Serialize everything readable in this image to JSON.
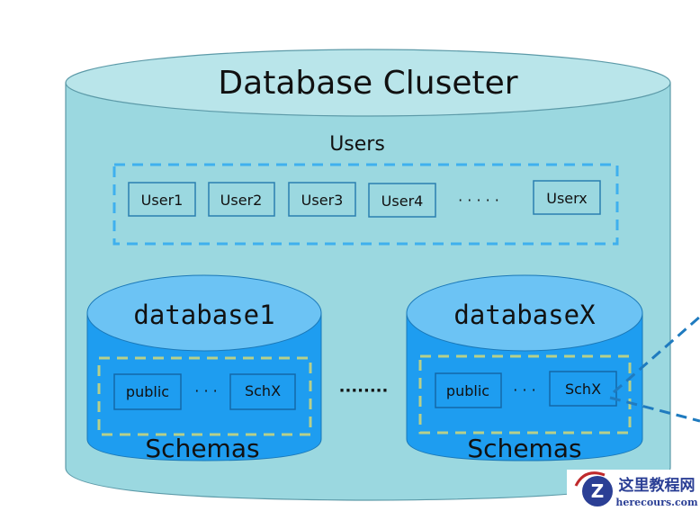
{
  "cluster": {
    "title": "Database Cluseter"
  },
  "users": {
    "label": "Users",
    "items": [
      "User1",
      "User2",
      "User3",
      "User4",
      "Userx"
    ],
    "ellipsis": "· · · · ·"
  },
  "databases": [
    {
      "name": "database1",
      "schemas_label": "Schemas",
      "schemas": [
        "public",
        "SchX"
      ],
      "ellipsis": "· · ·"
    },
    {
      "name": "databaseX",
      "schemas_label": "Schemas",
      "schemas": [
        "public",
        "SchX"
      ],
      "ellipsis": "· · ·"
    }
  ],
  "between_dbs": "········",
  "watermark": {
    "cn": "这里教程网",
    "en": "herecours.com"
  },
  "colors": {
    "cluster_body": "#9bd8e0",
    "cluster_top": "#b9e5ea",
    "db_body": "#1e9df0",
    "db_top": "#6cc3f4",
    "users_dash": "#3fb0ee",
    "schema_dash": "#b7d08a",
    "link_dash": "#1f7bbf"
  }
}
